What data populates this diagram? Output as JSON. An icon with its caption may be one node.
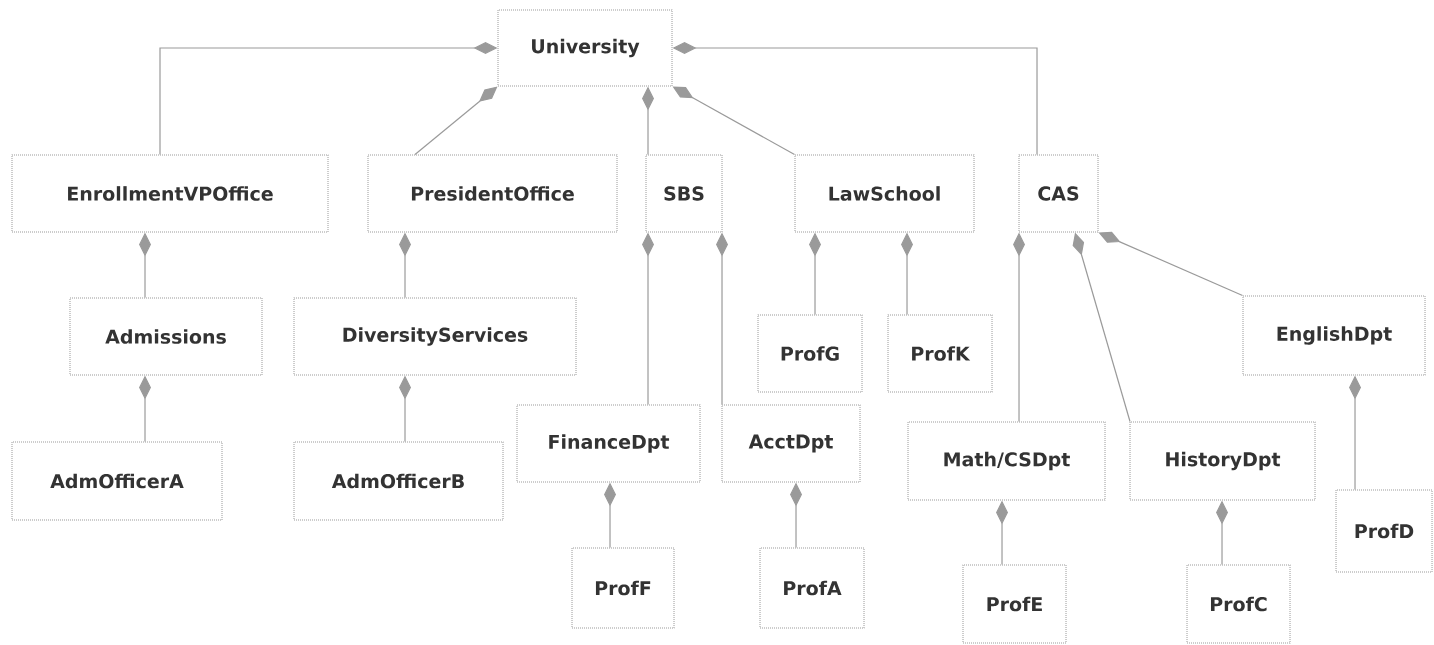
{
  "diagram": {
    "nodes": [
      {
        "text": [
          "University"
        ]
      },
      {
        "text": [
          "EnrollmentVPOffice"
        ]
      },
      {
        "text": [
          "PresidentOffice"
        ]
      },
      {
        "text": [
          "SBS"
        ]
      },
      {
        "text": [
          "LawSchool"
        ]
      },
      {
        "text": [
          "CAS"
        ]
      },
      {
        "text": [
          "Admissions"
        ]
      },
      {
        "text": [
          "DiversityServices"
        ]
      },
      {
        "text": [
          "AdmOfficerA"
        ]
      },
      {
        "text": [
          "AdmOfficerB"
        ]
      },
      {
        "text": [
          "ProfG"
        ]
      },
      {
        "text": [
          "ProfK"
        ]
      },
      {
        "text": [
          "EnglishDpt"
        ]
      },
      {
        "text": [
          "FinanceDpt"
        ]
      },
      {
        "text": [
          "AcctDpt"
        ]
      },
      {
        "text": [
          "Math/CSDpt"
        ]
      },
      {
        "text": [
          "HistoryDpt"
        ]
      },
      {
        "text": [
          "ProfD"
        ]
      },
      {
        "text": [
          "ProfF"
        ]
      },
      {
        "text": [
          "ProfA"
        ]
      },
      {
        "text": [
          "ProfE"
        ]
      },
      {
        "text": [
          "ProfC"
        ]
      }
    ],
    "edges": [
      {
        "from": 0,
        "to": 1,
        "arrow": "other"
      },
      {
        "from": 0,
        "to": 2,
        "arrow": "other"
      },
      {
        "from": 0,
        "to": 3,
        "arrow": "other"
      },
      {
        "from": 0,
        "to": 4,
        "arrow": "other"
      },
      {
        "from": 0,
        "to": 5,
        "arrow": "other"
      },
      {
        "from": 1,
        "to": 6,
        "arrow": "other"
      },
      {
        "from": 2,
        "to": 7,
        "arrow": "other"
      },
      {
        "from": 6,
        "to": 8,
        "arrow": "other"
      },
      {
        "from": 7,
        "to": 9,
        "arrow": "other"
      },
      {
        "from": 3,
        "to": 13,
        "arrow": "other"
      },
      {
        "from": 3,
        "to": 14,
        "arrow": "other"
      },
      {
        "from": 4,
        "to": 10,
        "arrow": "other"
      },
      {
        "from": 4,
        "to": 11,
        "arrow": "other"
      },
      {
        "from": 5,
        "to": 15,
        "arrow": "other"
      },
      {
        "from": 5,
        "to": 16,
        "arrow": "other"
      },
      {
        "from": 5,
        "to": 12,
        "arrow": "other"
      },
      {
        "from": 12,
        "to": 17,
        "arrow": "other"
      },
      {
        "from": 13,
        "to": 18,
        "arrow": "other"
      },
      {
        "from": 14,
        "to": 19,
        "arrow": "other"
      },
      {
        "from": 15,
        "to": 20,
        "arrow": "other"
      },
      {
        "from": 16,
        "to": 21,
        "arrow": "other"
      }
    ]
  }
}
